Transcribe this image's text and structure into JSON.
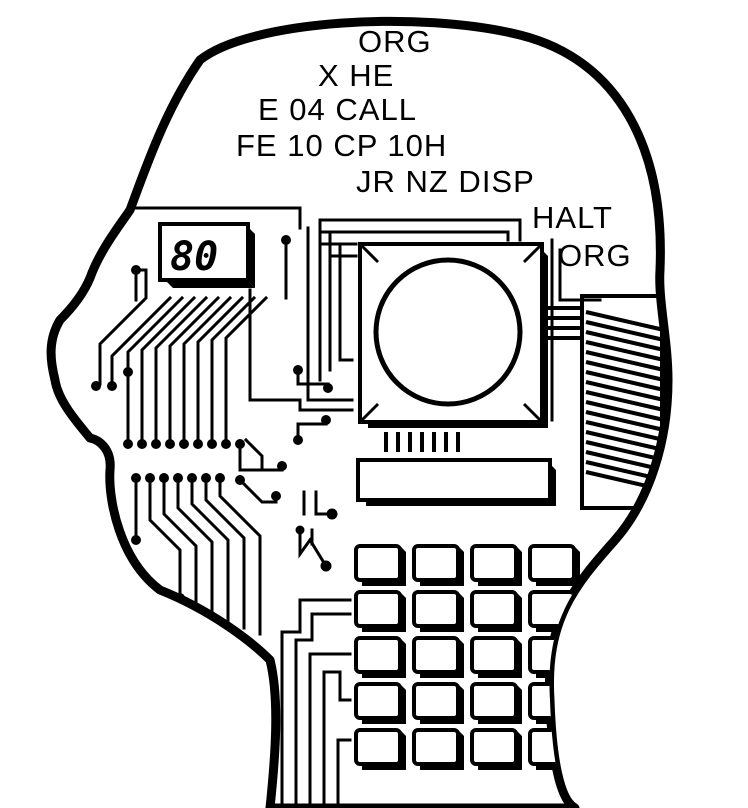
{
  "code_lines": [
    "ORG",
    "X HE",
    "E 04 CALL",
    "FE 10 CP 10H",
    "JR NZ DISP",
    "HALT",
    "ORG"
  ],
  "display": {
    "readout": "80"
  },
  "colors": {
    "ink": "#000000",
    "paper": "#ffffff"
  }
}
